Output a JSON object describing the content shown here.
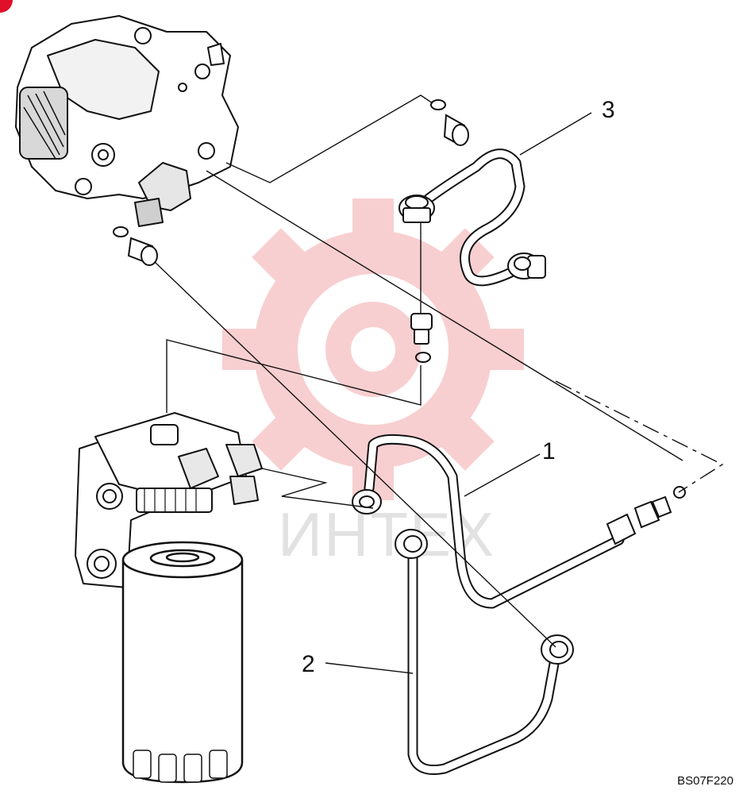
{
  "callouts": {
    "c1": "1",
    "c2": "2",
    "c3": "3"
  },
  "drawing_code": "BS07F220",
  "watermark": {
    "text": "ИНТЕХ",
    "color": "#f4a9ab"
  },
  "colors": {
    "line": "#111111",
    "badge": "#e0102a"
  }
}
